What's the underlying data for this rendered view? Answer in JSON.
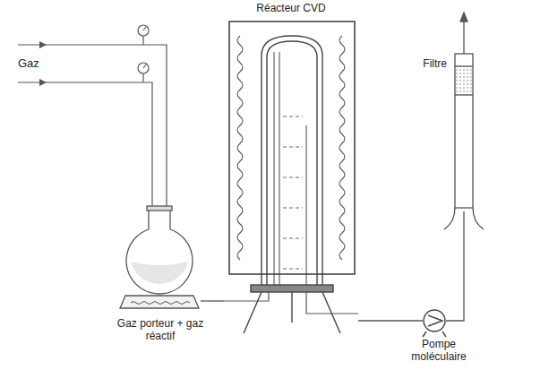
{
  "diagram": {
    "nodes": [
      {
        "text": [
          "Réacteur CVD"
        ]
      },
      {
        "text": [
          "Filtre"
        ]
      },
      {
        "text": [
          "Gaz porteur + gaz réactif"
        ]
      },
      {
        "text": [
          "Pompe moléculaire"
        ]
      }
    ],
    "edges": [
      {
        "from": 2,
        "to": 0,
        "arrow": "none"
      },
      {
        "from": 0,
        "to": 3,
        "arrow": "none"
      },
      {
        "from": 3,
        "to": 1,
        "arrow": "none"
      }
    ],
    "labels": [
      "Gaz"
    ]
  }
}
